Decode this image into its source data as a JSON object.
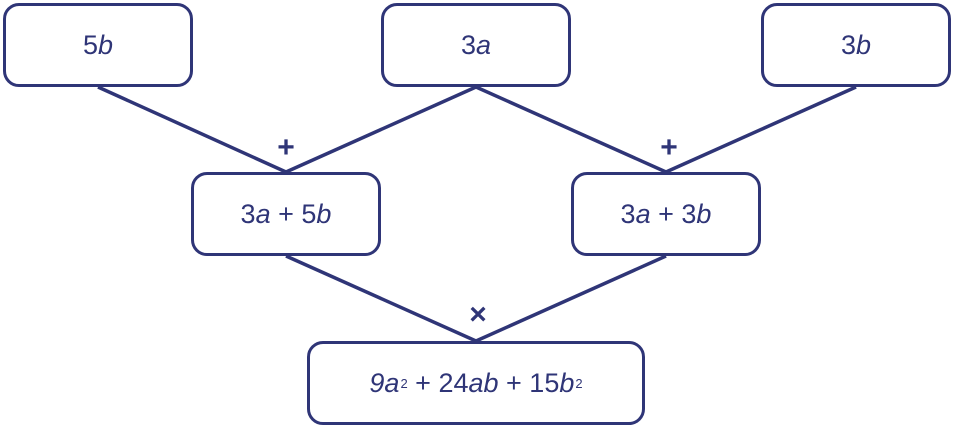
{
  "color": "#2f3577",
  "boxes": {
    "top_left": [
      {
        "t": "5"
      },
      {
        "t": "b",
        "i": true
      }
    ],
    "top_middle": [
      {
        "t": "3"
      },
      {
        "t": "a",
        "i": true
      }
    ],
    "top_right": [
      {
        "t": "3"
      },
      {
        "t": "b",
        "i": true
      }
    ],
    "middle_left": [
      {
        "t": "3"
      },
      {
        "t": "a",
        "i": true
      },
      {
        "t": " + 5"
      },
      {
        "t": "b",
        "i": true
      }
    ],
    "middle_right": [
      {
        "t": "3"
      },
      {
        "t": "a",
        "i": true
      },
      {
        "t": " + 3"
      },
      {
        "t": "b",
        "i": true
      }
    ],
    "bottom": [
      {
        "t": "9",
        "i": true
      },
      {
        "t": "a",
        "i": true
      },
      {
        "t": "2",
        "sup": true
      },
      {
        "t": " + 24"
      },
      {
        "t": "ab",
        "i": true
      },
      {
        "t": " + 15"
      },
      {
        "t": "b",
        "i": true
      },
      {
        "t": "2",
        "sup": true
      }
    ]
  },
  "operators": {
    "left_sum": "+",
    "right_sum": "+",
    "product": "×"
  }
}
